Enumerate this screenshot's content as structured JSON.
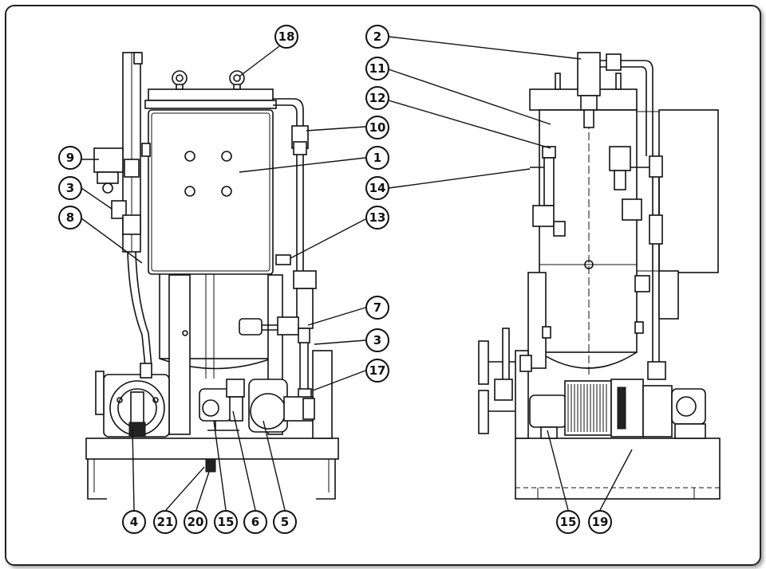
{
  "callouts": {
    "c18": "18",
    "c2": "2",
    "c11": "11",
    "c12": "12",
    "c10": "10",
    "c9": "9",
    "c1": "1",
    "c3a": "3",
    "c14": "14",
    "c8": "8",
    "c13": "13",
    "c7": "7",
    "c3b": "3",
    "c17": "17",
    "c4": "4",
    "c21": "21",
    "c20": "20",
    "c15a": "15",
    "c6": "6",
    "c5": "5",
    "c15b": "15",
    "c19": "19"
  }
}
